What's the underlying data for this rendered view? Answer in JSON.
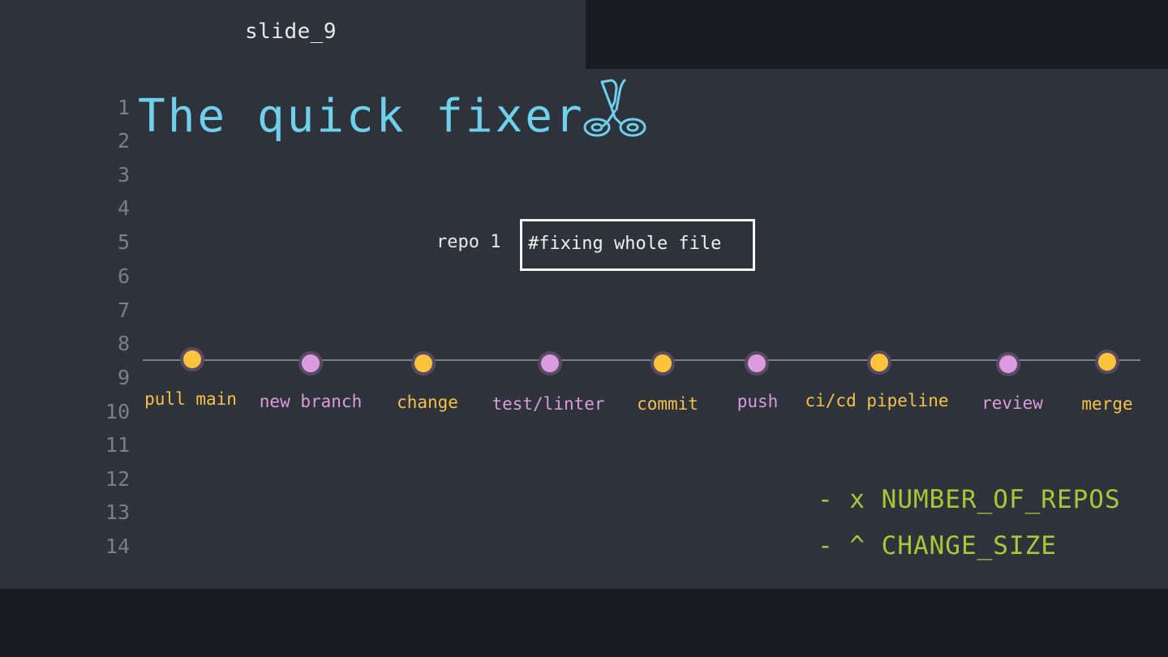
{
  "slide": {
    "tab_title": "slide_9"
  },
  "line_numbers": [
    "1",
    "2",
    "3",
    "4",
    "5",
    "6",
    "7",
    "8",
    "9",
    "10",
    "11",
    "12",
    "13",
    "14"
  ],
  "heading": {
    "title": "The quick fixer",
    "icon": "scissors-icon"
  },
  "repo": {
    "label": "repo 1",
    "file_text": "#fixing whole file"
  },
  "workflow": {
    "steps": [
      {
        "label": "pull main",
        "color": "yellow"
      },
      {
        "label": "new branch",
        "color": "pink"
      },
      {
        "label": "change",
        "color": "yellow"
      },
      {
        "label": "test/linter",
        "color": "pink"
      },
      {
        "label": "commit",
        "color": "yellow"
      },
      {
        "label": "push",
        "color": "pink"
      },
      {
        "label": "ci/cd pipeline",
        "color": "yellow"
      },
      {
        "label": "review",
        "color": "pink"
      },
      {
        "label": "merge",
        "color": "yellow"
      }
    ]
  },
  "notes": [
    "- x NUMBER_OF_REPOS",
    "- ^ CHANGE_SIZE"
  ],
  "colors": {
    "background": "#2e323a",
    "dark_bar": "#181b22",
    "title": "#6fd0ec",
    "yellow": "#fbc43a",
    "pink": "#dc9be0",
    "note": "#a4c938"
  }
}
